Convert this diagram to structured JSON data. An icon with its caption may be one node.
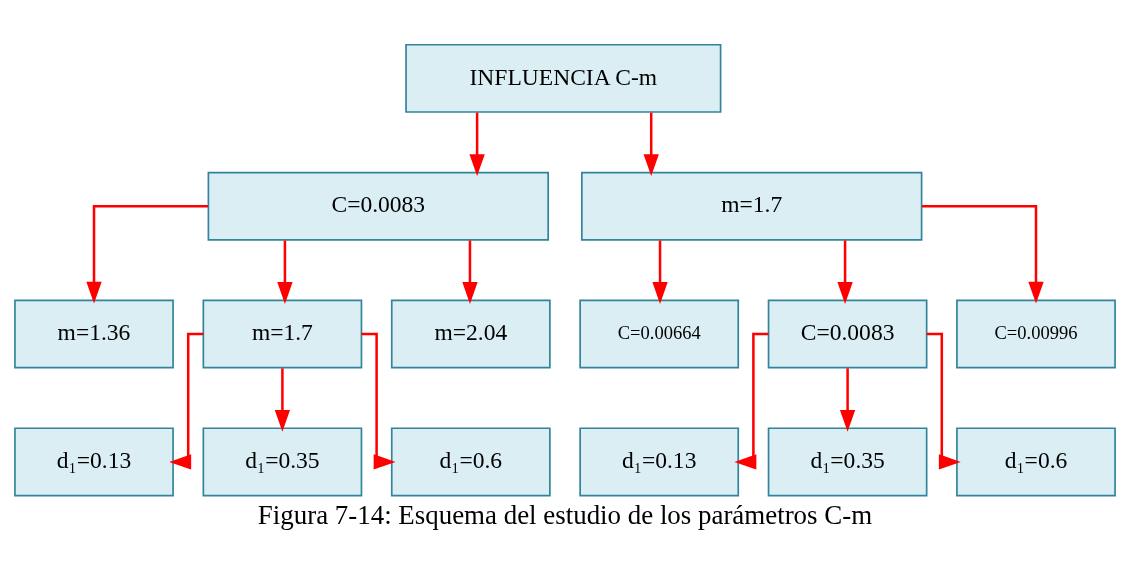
{
  "diagram": {
    "caption": "Figura 7-14: Esquema del estudio de los parámetros C-m",
    "nodes": [
      {
        "text": [
          "INFLUENCIA C-m"
        ]
      },
      {
        "text": [
          "C=0.0083"
        ]
      },
      {
        "text": [
          "m=1.7"
        ]
      },
      {
        "text": [
          "m=1.36"
        ]
      },
      {
        "text": [
          "m=1.7"
        ]
      },
      {
        "text": [
          "m=2.04"
        ]
      },
      {
        "text": [
          "C=0.00664"
        ]
      },
      {
        "text": [
          "C=0.0083"
        ]
      },
      {
        "text": [
          "C=0.00996"
        ]
      },
      {
        "text": [
          "d₁=0.13"
        ]
      },
      {
        "text": [
          "d₁=0.35"
        ]
      },
      {
        "text": [
          "d₁=0.6"
        ]
      },
      {
        "text": [
          "d₁=0.13"
        ]
      },
      {
        "text": [
          "d₁=0.35"
        ]
      },
      {
        "text": [
          "d₁=0.6"
        ]
      }
    ],
    "edges": [
      {
        "from": 0,
        "to": 1,
        "arrow": "to"
      },
      {
        "from": 0,
        "to": 2,
        "arrow": "to"
      },
      {
        "from": 1,
        "to": 3,
        "arrow": "to"
      },
      {
        "from": 1,
        "to": 4,
        "arrow": "to"
      },
      {
        "from": 1,
        "to": 5,
        "arrow": "to"
      },
      {
        "from": 2,
        "to": 6,
        "arrow": "to"
      },
      {
        "from": 2,
        "to": 7,
        "arrow": "to"
      },
      {
        "from": 2,
        "to": 8,
        "arrow": "to"
      },
      {
        "from": 4,
        "to": 9,
        "arrow": "to"
      },
      {
        "from": 4,
        "to": 10,
        "arrow": "to"
      },
      {
        "from": 4,
        "to": 11,
        "arrow": "to"
      },
      {
        "from": 7,
        "to": 12,
        "arrow": "to"
      },
      {
        "from": 7,
        "to": 13,
        "arrow": "to"
      },
      {
        "from": 7,
        "to": 14,
        "arrow": "to"
      }
    ]
  }
}
